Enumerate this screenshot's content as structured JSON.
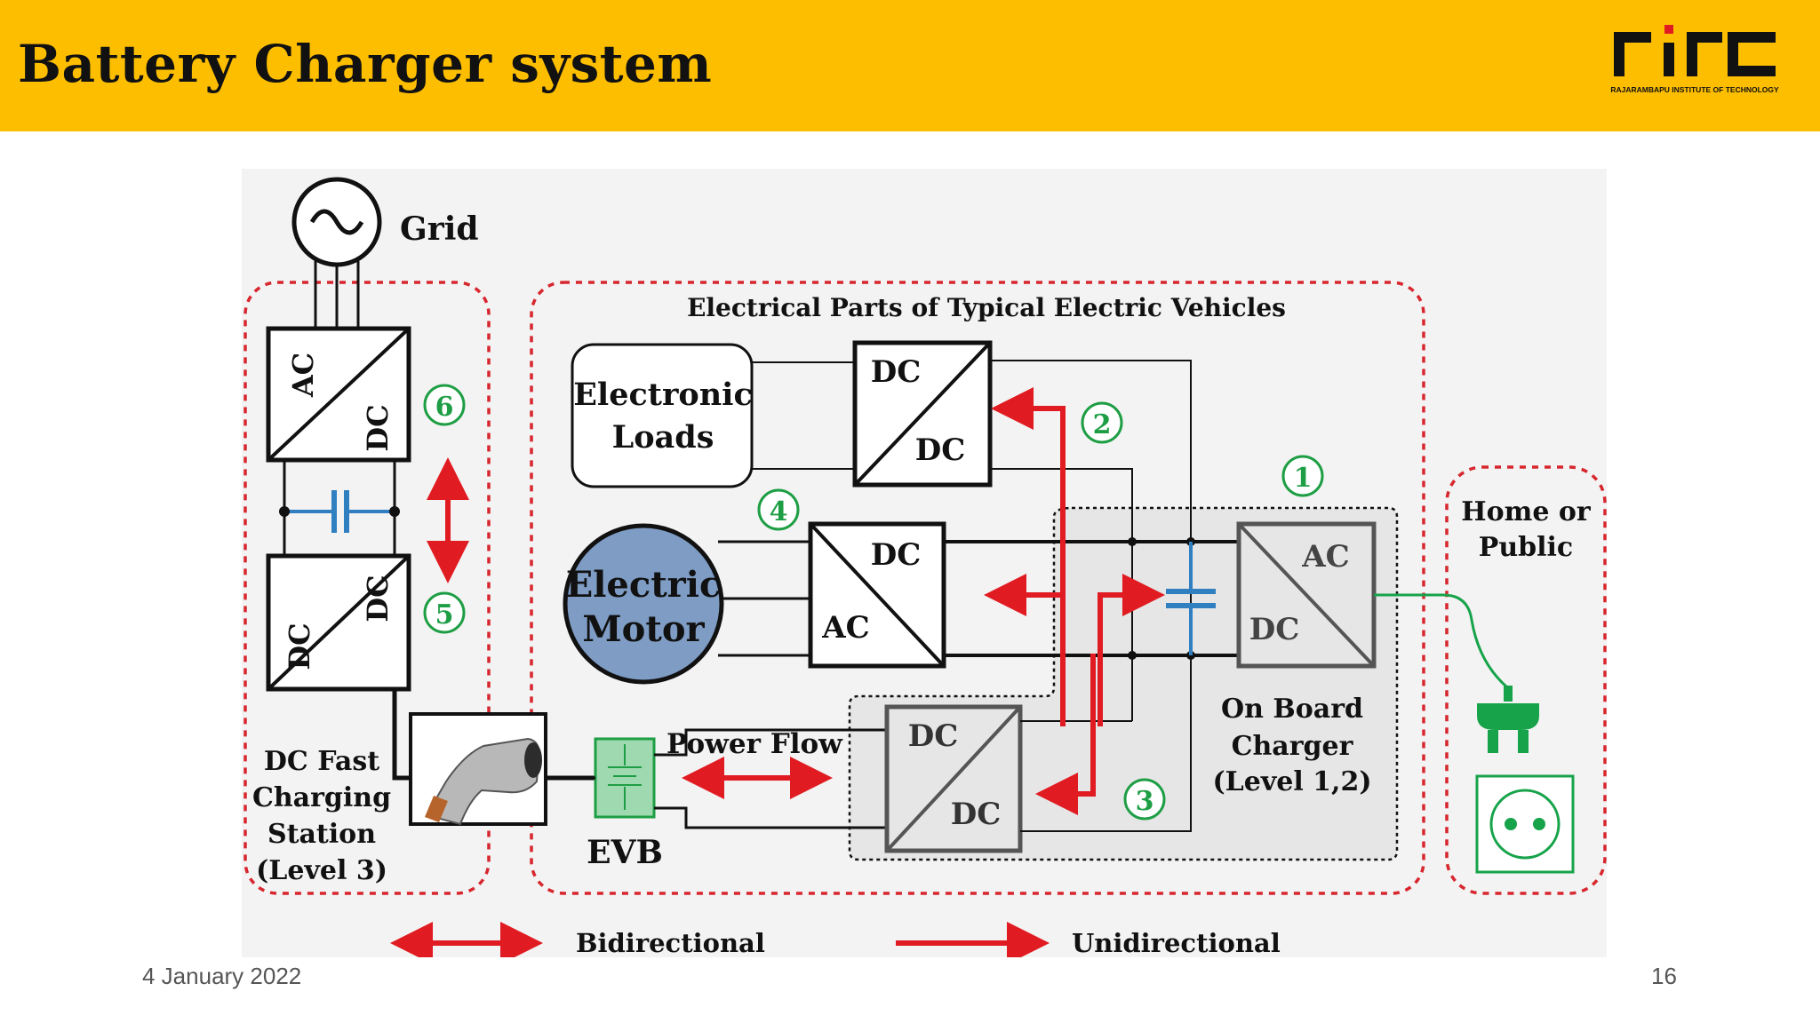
{
  "slide": {
    "title": "Battery Charger system",
    "date": "4 January 2022",
    "page_number": "16"
  },
  "logo": {
    "mark": "rit",
    "subtitle": "RAJARAMBAPU INSTITUTE OF TECHNOLOGY"
  },
  "diagram": {
    "grid_label": "Grid",
    "ev_section_title": "Electrical Parts of Typical Electric Vehicles",
    "converters": {
      "grid_acdc": {
        "in": "AC",
        "out": "DC"
      },
      "fast_dcdc": {
        "in": "DC",
        "out": "DC"
      },
      "aux_dcdc": {
        "in": "DC",
        "out": "DC"
      },
      "motor_inv": {
        "in": "DC",
        "out": "AC"
      },
      "main_dcdc": {
        "in": "DC",
        "out": "DC"
      },
      "obc": {
        "in": "AC",
        "out": "DC"
      }
    },
    "electronic_loads": "Electronic Loads",
    "electronic_loads_l1": "Electronic",
    "electronic_loads_l2": "Loads",
    "motor_l1": "Electric",
    "motor_l2": "Motor",
    "dc_fast_l1": "DC Fast",
    "dc_fast_l2": "Charging",
    "dc_fast_l3": "Station",
    "dc_fast_l4": "(Level 3)",
    "obc_l1": "On Board",
    "obc_l2": "Charger",
    "obc_l3": "(Level 1,2)",
    "home_l1": "Home or",
    "home_l2": "Public",
    "evb": "EVB",
    "power_flow": "Power Flow",
    "markers": [
      "1",
      "2",
      "3",
      "4",
      "5",
      "6"
    ],
    "legend": {
      "bidirectional": "Bidirectional",
      "unidirectional": "Unidirectional"
    },
    "colors": {
      "flow_arrow": "#E11B22",
      "boundary": "#D7262E",
      "marker": "#1E9E44",
      "motor": "#7E9CC4",
      "plug": "#17A34A",
      "capacitor": "#2F7FC1"
    }
  }
}
